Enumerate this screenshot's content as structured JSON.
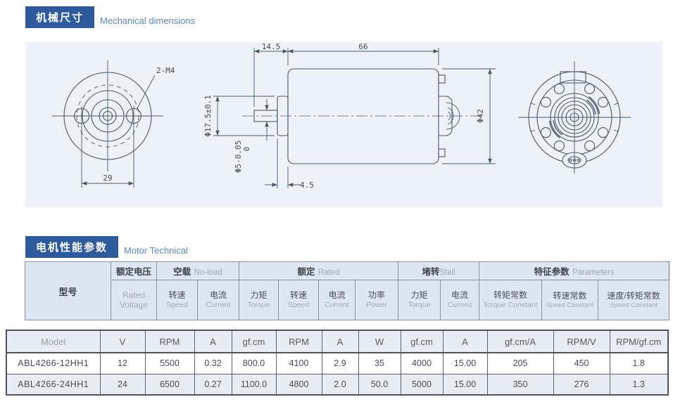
{
  "colors": {
    "badge_bg": "#2d5b9d",
    "subtitle_text": "#5b87c5",
    "panel_bg": "#edf2f9",
    "table_header_bg": "#dde7f2",
    "row_alt_bg": "#e8edf4",
    "drawing_line": "#4b5766"
  },
  "mechanical": {
    "badge": "机械尺寸",
    "subtitle": "Mechanical dimensions",
    "dims": {
      "bolt_holes": "2-M4",
      "hole_spacing": "29",
      "shaft_extension": "14.5",
      "body_length": "66",
      "body_diameter": "Φ42",
      "boss_diameter": "Φ17.5±0.1",
      "shaft_tolerance_upper": "0",
      "shaft_diameter": "Φ5-0.05",
      "boss_length": "4.5"
    }
  },
  "technical": {
    "badge": "电机性能参数",
    "subtitle": "Motor Technical",
    "header": {
      "model": "型号",
      "rated_voltage_zh": "额定电压",
      "groups": [
        {
          "zh": "空载",
          "en": "No-load"
        },
        {
          "zh": "额定",
          "en": "Rated"
        },
        {
          "zh": "堵转",
          "en": "Stall"
        },
        {
          "zh": "特征参数",
          "en": "Parameters"
        }
      ],
      "cols": [
        {
          "zh": "",
          "en": "Rated Voltage"
        },
        {
          "zh": "转速",
          "en": "Speed"
        },
        {
          "zh": "电流",
          "en": "Current"
        },
        {
          "zh": "力矩",
          "en": "Torque"
        },
        {
          "zh": "转速",
          "en": "Speed"
        },
        {
          "zh": "电流",
          "en": "Current"
        },
        {
          "zh": "功率",
          "en": "Power"
        },
        {
          "zh": "力矩",
          "en": "Torque"
        },
        {
          "zh": "电流",
          "en": "Current"
        },
        {
          "zh": "转矩常数",
          "en": "Torque Constant"
        },
        {
          "zh": "转速常数",
          "en": "Speed Constant"
        },
        {
          "zh": "速度/转矩常数",
          "en": "Speed Constant"
        }
      ]
    },
    "units": [
      "Model",
      "V",
      "RPM",
      "A",
      "gf.cm",
      "RPM",
      "A",
      "W",
      "gf.cm",
      "A",
      "gf.cm/A",
      "RPM/V",
      "RPM/gf.cm"
    ],
    "rows": [
      [
        "ABL4266-12HH1",
        "12",
        "5500",
        "0.32",
        "800.0",
        "4100",
        "2.9",
        "35",
        "4000",
        "15.00",
        "205",
        "450",
        "1.8"
      ],
      [
        "ABL4266-24HH1",
        "24",
        "6500",
        "0.27",
        "1100.0",
        "4800",
        "2.0",
        "50.0",
        "5000",
        "15.00",
        "350",
        "276",
        "1.3"
      ]
    ]
  }
}
